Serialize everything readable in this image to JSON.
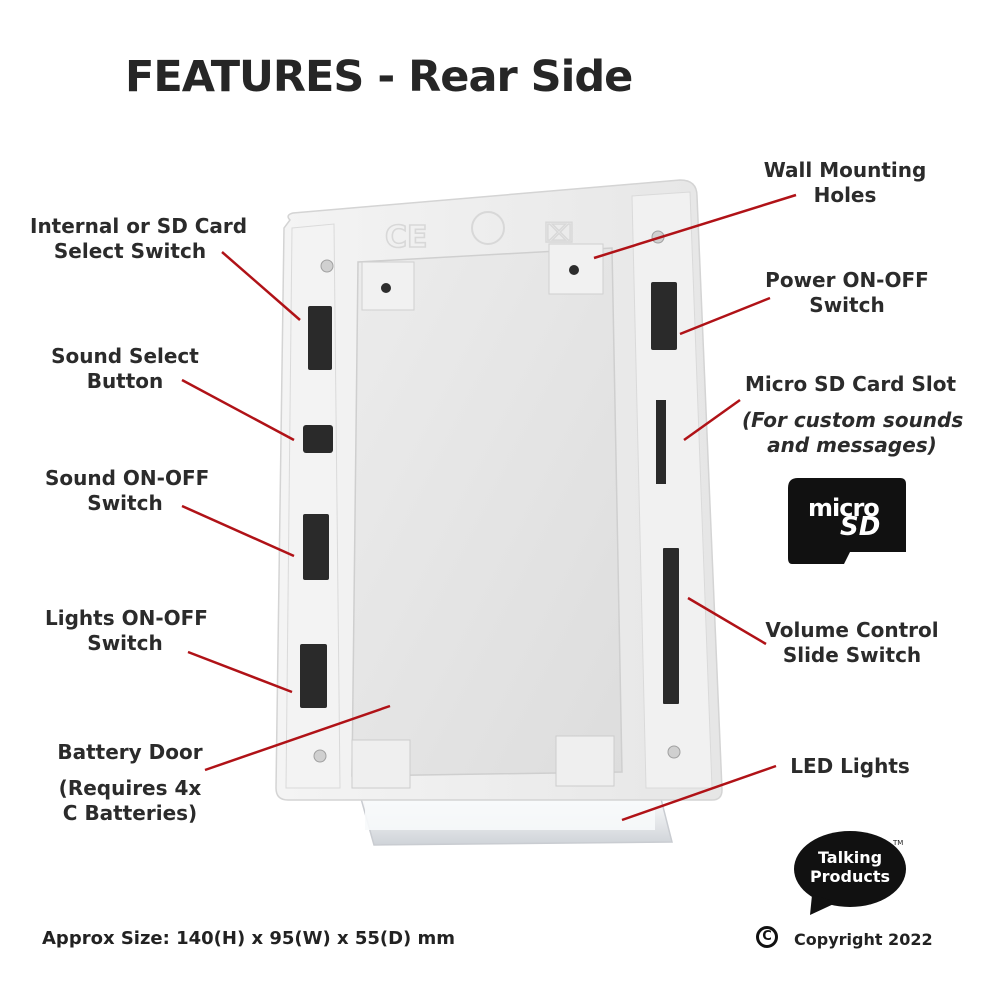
{
  "title": "FEATURES - Rear Side",
  "labels": {
    "internal_sd_select": [
      "Internal or SD Card",
      "Select Switch"
    ],
    "sound_select": [
      "Sound Select",
      "Button"
    ],
    "sound_on_off": [
      "Sound ON-OFF",
      "Switch"
    ],
    "lights_on_off": [
      "Lights ON-OFF",
      "Switch"
    ],
    "battery_door": [
      "Battery Door"
    ],
    "battery_note": [
      "(Requires 4x",
      "C Batteries)"
    ],
    "wall_mounting": [
      "Wall Mounting",
      "Holes"
    ],
    "power_on_off": [
      "Power ON-OFF",
      "Switch"
    ],
    "micro_sd_slot": [
      "Micro SD Card Slot"
    ],
    "micro_sd_note": [
      "(For custom sounds",
      "and messages)"
    ],
    "volume_control": [
      "Volume Control",
      "Slide Switch"
    ],
    "led_lights": [
      "LED Lights"
    ]
  },
  "microsd_logo": {
    "text_micro": "micro",
    "text_sd": "SD"
  },
  "brand_logo": {
    "line1": "Talking",
    "line2": "Products",
    "tm": "TM"
  },
  "footer": {
    "size": "Approx Size: 140(H) x 95(W) x 55(D) mm",
    "copyright_symbol": "C",
    "copyright": "Copyright 2022"
  },
  "colors": {
    "leader_line": "#b01217",
    "device_body": "#eeeeee",
    "switch": "#2a2a2a",
    "text": "#2b2b2b"
  }
}
